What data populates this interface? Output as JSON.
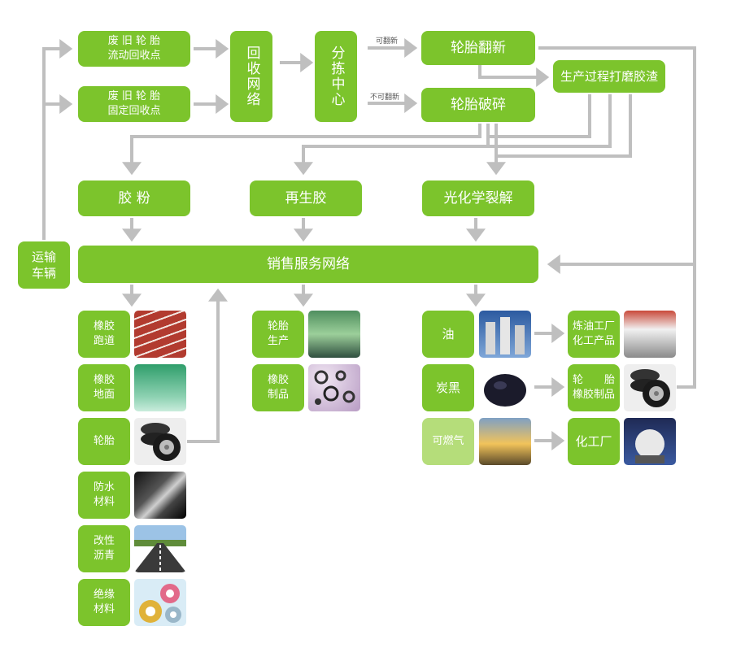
{
  "nodes": {
    "mobile_points": [
      "废 旧 轮 胎",
      "流动回收点"
    ],
    "fixed_points": [
      "废 旧 轮 胎",
      "固定回收点"
    ],
    "recycle_network": "回收网络",
    "sorting_center": "分拣中心",
    "retread": "轮胎翻新",
    "crush": "轮胎破碎",
    "grinding_residue": "生产过程打磨胶渣",
    "rubber_powder": "胶  粉",
    "reclaimed_rubber": "再生胶",
    "photochemical": "光化学裂解",
    "sales_network": "销售服务网络",
    "transport": [
      "运输",
      "车辆"
    ]
  },
  "edge_labels": {
    "retreadable": "可翻新",
    "not_retreadable": "不可翻新"
  },
  "products_left": [
    {
      "label": [
        "橡胶",
        "跑道"
      ],
      "image": "running-track"
    },
    {
      "label": [
        "橡胶",
        "地面"
      ],
      "image": "rubber-floor"
    },
    {
      "label": [
        "轮胎"
      ],
      "image": "tires"
    },
    {
      "label": [
        "防水",
        "材料"
      ],
      "image": "waterproof-roll"
    },
    {
      "label": [
        "改性",
        "沥青"
      ],
      "image": "asphalt-road"
    },
    {
      "label": [
        "绝缘",
        "材料"
      ],
      "image": "insulation-tape"
    }
  ],
  "products_mid": [
    {
      "label": [
        "轮胎",
        "生产"
      ],
      "image": "tire-factory"
    },
    {
      "label": [
        "橡胶",
        "制品"
      ],
      "image": "rubber-parts"
    }
  ],
  "products_right": [
    {
      "label": [
        "油"
      ],
      "image": "refinery-tanks"
    },
    {
      "label": [
        "炭黑"
      ],
      "image": "carbon-black"
    },
    {
      "label": [
        "可燃气"
      ],
      "image": "gas-flame"
    }
  ],
  "destinations": [
    {
      "label": [
        "炼油工厂",
        "化工产品"
      ],
      "image": "chemical-plant"
    },
    {
      "label": [
        "轮　　胎",
        "橡胶制品"
      ],
      "image": "tires"
    },
    {
      "label": [
        "化工厂"
      ],
      "image": "gas-sphere"
    }
  ],
  "colors": {
    "node": "#7cc42c",
    "node_pale": "#b5dd7a",
    "arrow": "#bfbfbf"
  }
}
